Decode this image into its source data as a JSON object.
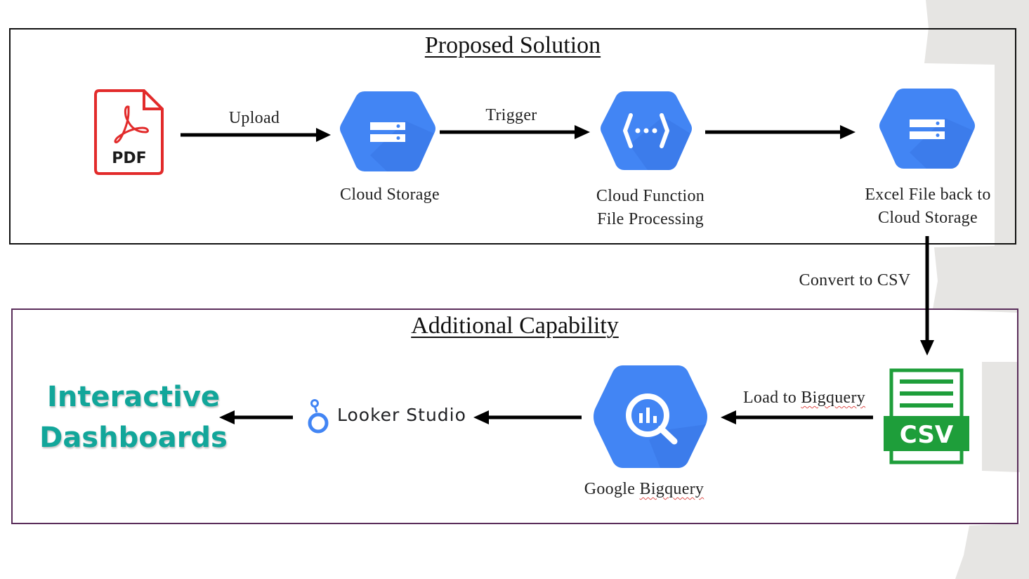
{
  "proposed": {
    "title": "Proposed Solution",
    "upload_label": "Upload",
    "trigger_label": "Trigger",
    "pdf_text": "PDF",
    "storage_label": "Cloud Storage",
    "function_line1": "Cloud Function",
    "function_line2": "File Processing",
    "excel_line1": "Excel File back to",
    "excel_line2": "Cloud Storage"
  },
  "convert_label": "Convert to CSV",
  "additional": {
    "title": "Additional Capability",
    "load_prefix": "Load to ",
    "load_word": "Bigquery",
    "bq_prefix": "Google ",
    "bq_word": "Bigquery",
    "csv_text": "CSV",
    "looker_label": "Looker Studio",
    "dashboards_line1": "Interactive",
    "dashboards_line2": "Dashboards"
  },
  "colors": {
    "gcp_blue": "#4285f4",
    "gcp_shadow": "#3b78e7",
    "pdf_red": "#e22b2b",
    "csv_green": "#1e9e3a",
    "dashboard_teal": "#12a69a",
    "bottom_border": "#5a2d5a"
  }
}
